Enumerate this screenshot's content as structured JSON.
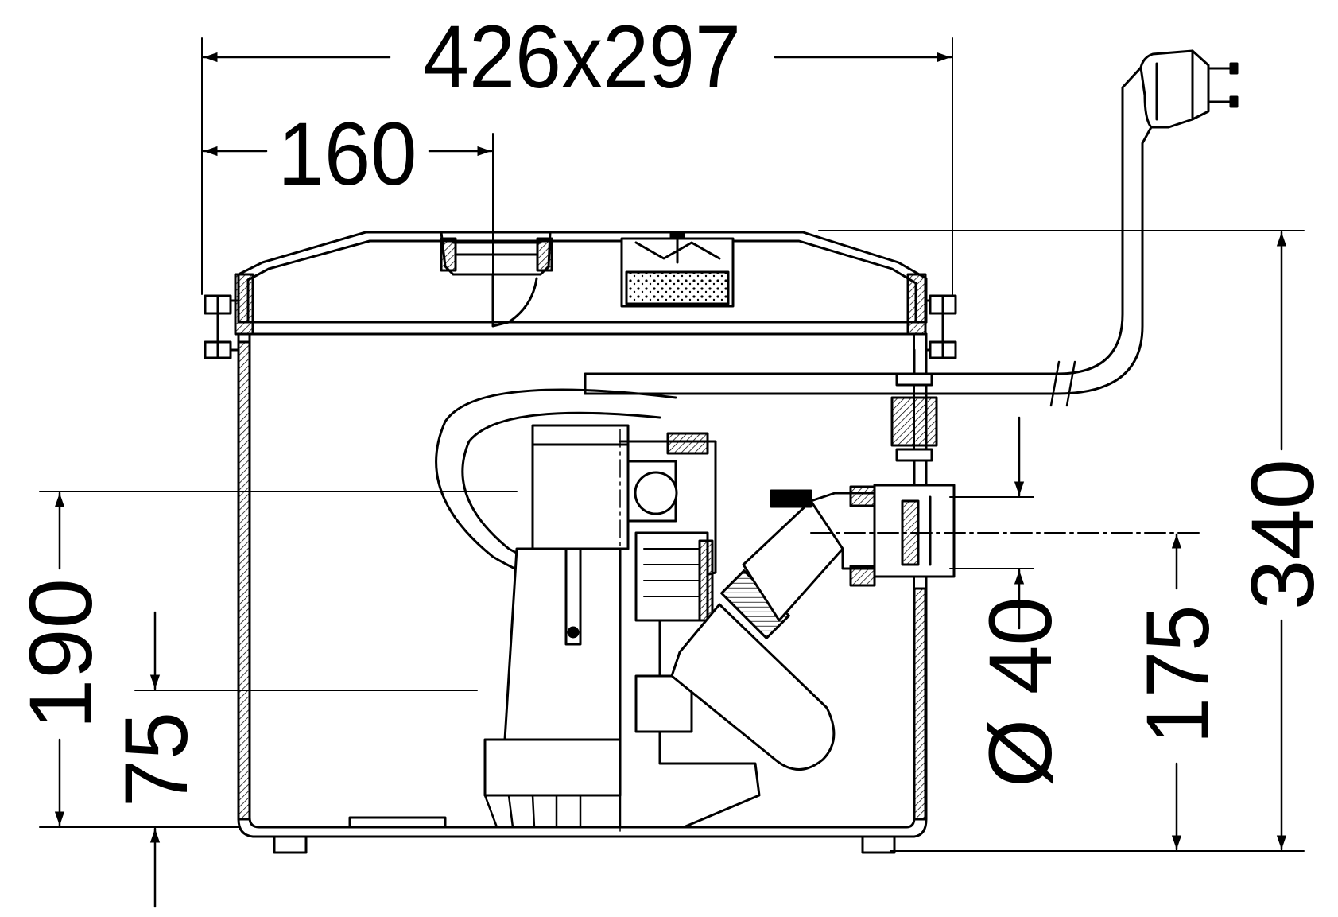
{
  "colors": {
    "ink": "#000000",
    "paper": "#ffffff"
  },
  "dimensions": {
    "width_depth": "426x297",
    "lid_inlet_offset": "160",
    "total_height": "340",
    "inlet_height": "190",
    "cable_height": "75",
    "outlet_height": "175",
    "outlet_diameter": "Ø 40"
  },
  "components": {
    "plug_icon": "power-plug-icon",
    "pump_icon": "submersible-pump-icon",
    "float_icon": "float-switch-icon",
    "filter_icon": "vent-filter-icon"
  }
}
